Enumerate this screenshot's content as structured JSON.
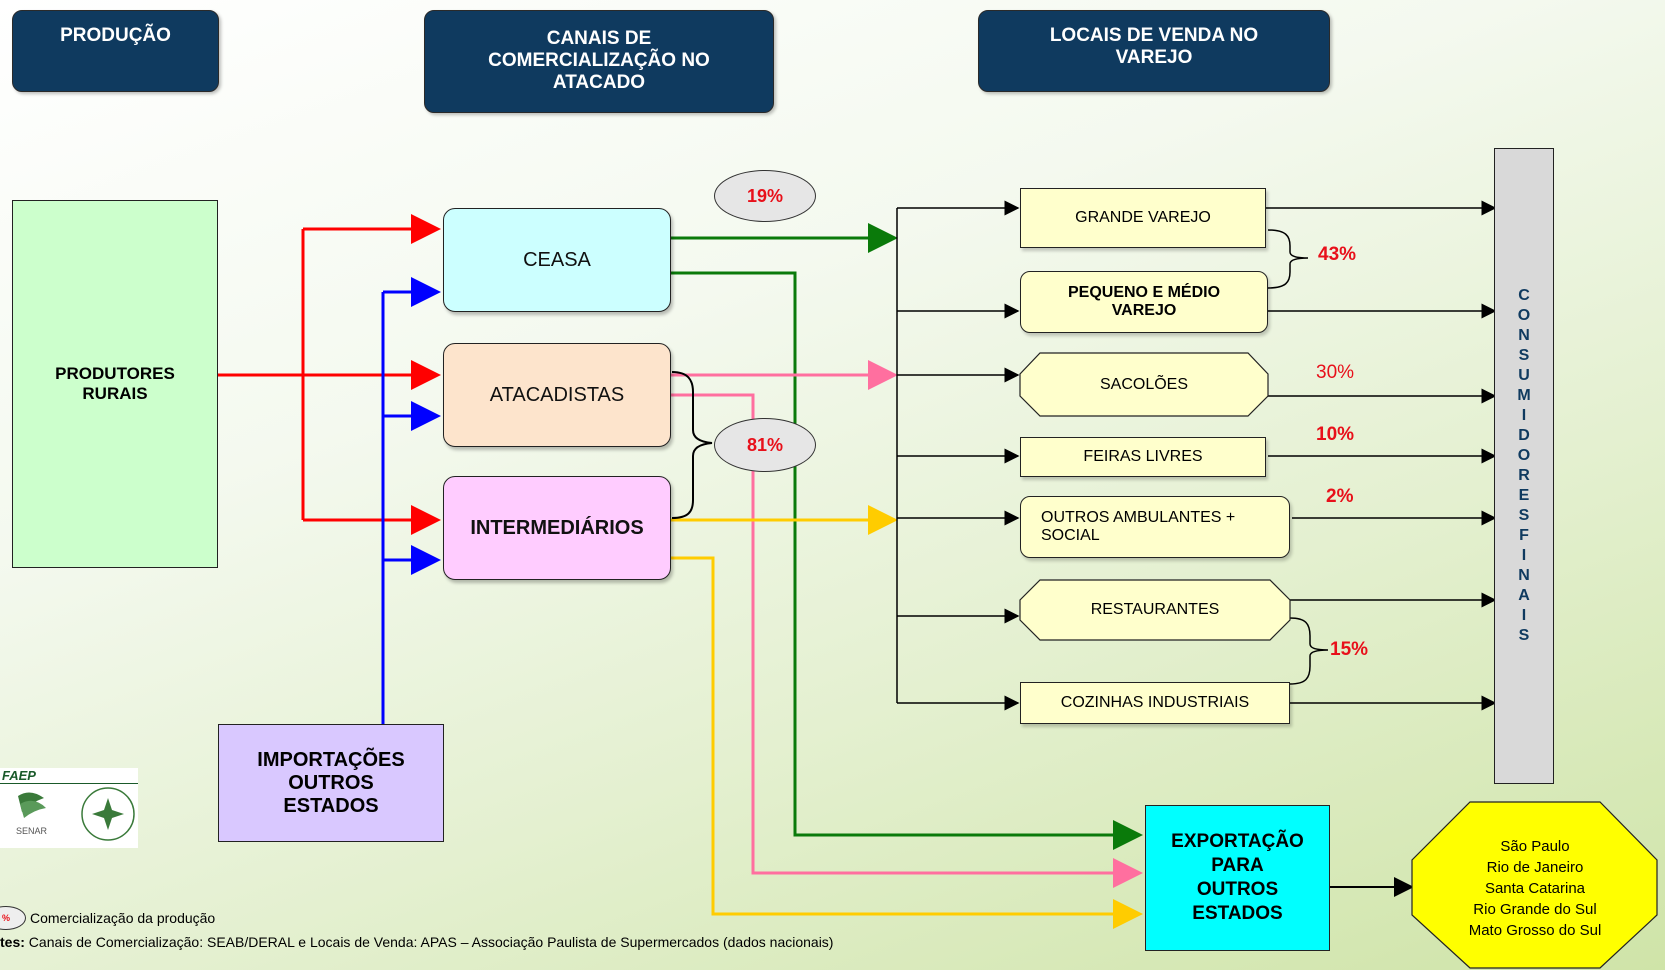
{
  "headers": {
    "producao": "PRODUÇÃO",
    "canais": "CANAIS DE COMERCIALIZAÇÃO NO ATACADO",
    "locais": "LOCAIS DE VENDA NO VAREJO"
  },
  "nodes": {
    "produtores": "PRODUTORES RURAIS",
    "importacoes": "IMPORTAÇÕES OUTROS ESTADOS",
    "ceasa": "CEASA",
    "atacadistas": "ATACADISTAS",
    "intermediarios": "INTERMEDIÁRIOS",
    "grande_varejo": "GRANDE VAREJO",
    "pequeno_medio": "PEQUENO E MÉDIO VAREJO",
    "sacoloes": "SACOLÕES",
    "feiras": "FEIRAS LIVRES",
    "outros_ambulantes": "OUTROS AMBULANTES + SOCIAL",
    "restaurantes": "RESTAURANTES",
    "cozinhas": "COZINHAS INDUSTRIAIS",
    "exportacao": "EXPORTAÇÃO PARA OUTROS ESTADOS",
    "consumidores": "C O N S U M I D O R E S F I N A I S"
  },
  "percentages": {
    "ceasa_share": "19%",
    "others_share": "81%",
    "varejo": "43%",
    "sacoloes": "30%",
    "feiras": "10%",
    "ambulantes": "2%",
    "restaurantes": "15%"
  },
  "destinations": [
    "São Paulo",
    "Rio de Janeiro",
    "Santa Catarina",
    "Rio Grande do Sul",
    "Mato Grosso do Sul"
  ],
  "logo": {
    "text": "FAEP",
    "senar": "SENAR"
  },
  "legend": {
    "oval_text": "%",
    "text": "Comercialização da produção"
  },
  "source": {
    "label": "tes:",
    "text": " Canais de Comercialização: SEAB/DERAL e Locais de Venda: APAS – Associação Paulista de Supermercados (dados nacionais)"
  },
  "colors": {
    "header_bg": "#0f3a5f",
    "red": "#ff0000",
    "blue": "#0000ff",
    "green": "#0a7a0a",
    "pink": "#ff6f9f",
    "yellow": "#ffcc00"
  }
}
